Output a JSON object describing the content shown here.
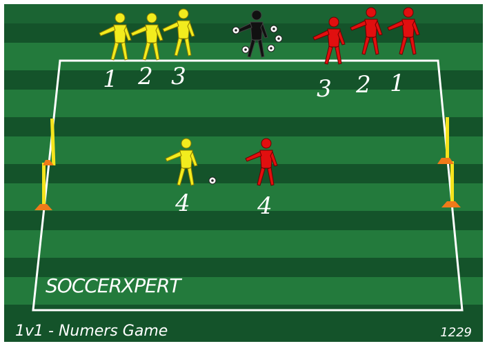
{
  "drill": {
    "title": "1v1 - Numers Game",
    "code": "1229",
    "brand": "SOCCERXPERT"
  },
  "yellow_team": {
    "color": "#f2ec1e",
    "labels": [
      "1",
      "2",
      "3",
      "4"
    ]
  },
  "red_team": {
    "color": "#e10f0f",
    "labels": [
      "3",
      "2",
      "1",
      "4"
    ]
  },
  "colors": {
    "pitch_dark": "#14532a",
    "pitch_light": "#237a3c",
    "cone": "#f07a1a",
    "pole": "#f5e41d",
    "goalkeeper": "#111111"
  }
}
